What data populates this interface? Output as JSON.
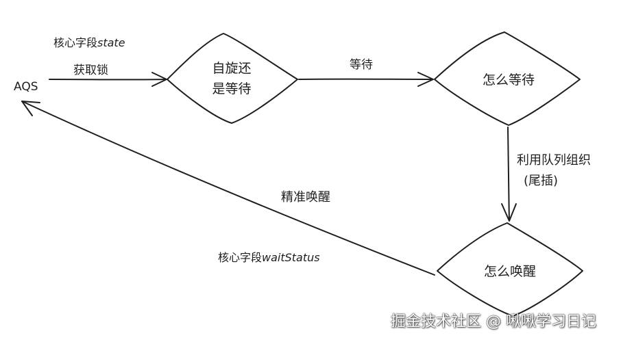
{
  "nodes": {
    "aqs": "AQS",
    "spin_or_wait_line1": "自旋还",
    "spin_or_wait_line2": "是等待",
    "how_to_wait": "怎么等待",
    "how_to_wake": "怎么唤醒"
  },
  "edges": {
    "acquire_lock": "获取锁",
    "wait": "等待",
    "queue_line1": "利用队列组织",
    "queue_line2": "(尾插)",
    "precise_wake": "精准唤醒"
  },
  "notes": {
    "state_field_prefix": "核心字段",
    "state_field_name": "state",
    "wait_status_prefix": "核心字段",
    "wait_status_name": "waitStatus"
  },
  "watermark": "掘金技术社区 @ 啾啾学习日记"
}
